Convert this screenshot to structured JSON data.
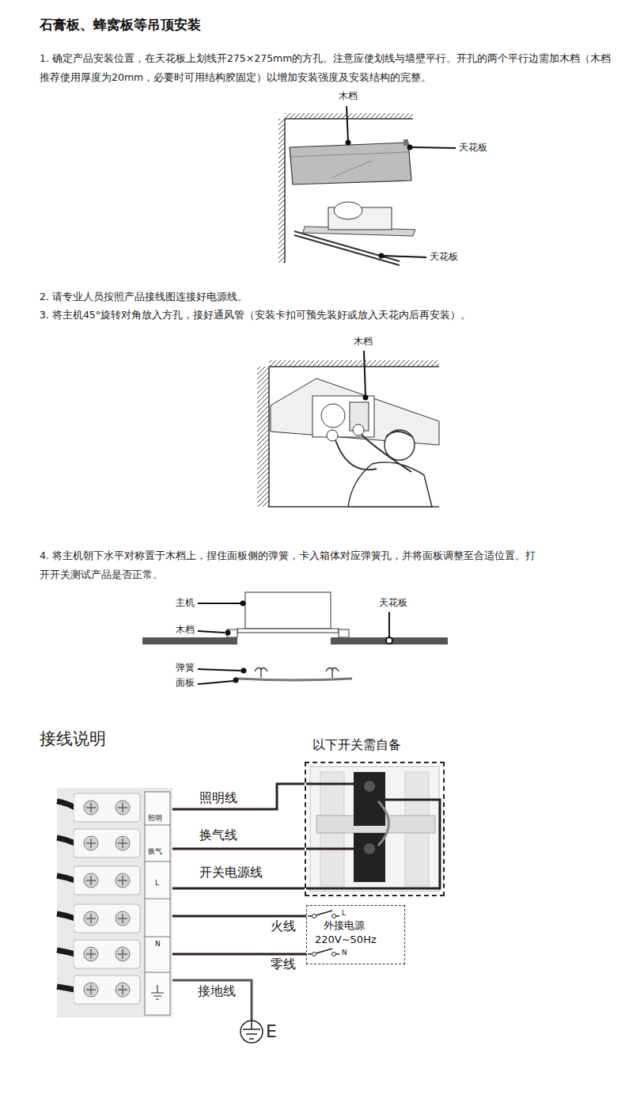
{
  "diagram": {
    "title": "石膏板、蜂窝板等吊顶安装",
    "nodes": [
      {
        "text": [
          "照明",
          "换气",
          "L",
          "N"
        ]
      },
      {
        "text": [
          "以下开关需自备"
        ]
      },
      {
        "text": [
          "L",
          "外接电源",
          "220V~50Hz",
          "N"
        ]
      }
    ],
    "edges": [
      {
        "from": 0,
        "to": 1,
        "label": "照明线",
        "arrow": "none"
      },
      {
        "from": 0,
        "to": 1,
        "label": "换气线",
        "arrow": "none"
      },
      {
        "from": 0,
        "to": 1,
        "label": "开关电源线",
        "arrow": "none"
      },
      {
        "from": 0,
        "to": 2,
        "label": "火线",
        "arrow": "none"
      },
      {
        "from": 0,
        "to": 2,
        "label": "零线",
        "arrow": "none"
      }
    ],
    "labels": [
      "1. 确定产品安装位置，在天花板上划线开275×275mm的方孔。注意应使划线与墙壁平行。开孔的两个平行边需加木档（木档推荐使用厚度为20mm，必要时可用结构胶固定）以增加安装强度及安装结构的完整。",
      "木档",
      "天花板",
      "天花板",
      "2. 请专业人员按照产品接线图连接好电源线。",
      "3. 将主机45°旋转对角放入方孔，接好通风管（安装卡扣可预先装好或放入天花内后再安装）。",
      "木档",
      "4. 将主机朝下水平对称置于木档上，捏住面板侧的弹簧，卡入箱体对应弹簧孔，并将面板调整至合适位置。打开开关测试产品是否正常。",
      "主机",
      "木档",
      "天花板",
      "弹簧",
      "面板",
      "接线说明",
      "接地线",
      "E"
    ]
  }
}
